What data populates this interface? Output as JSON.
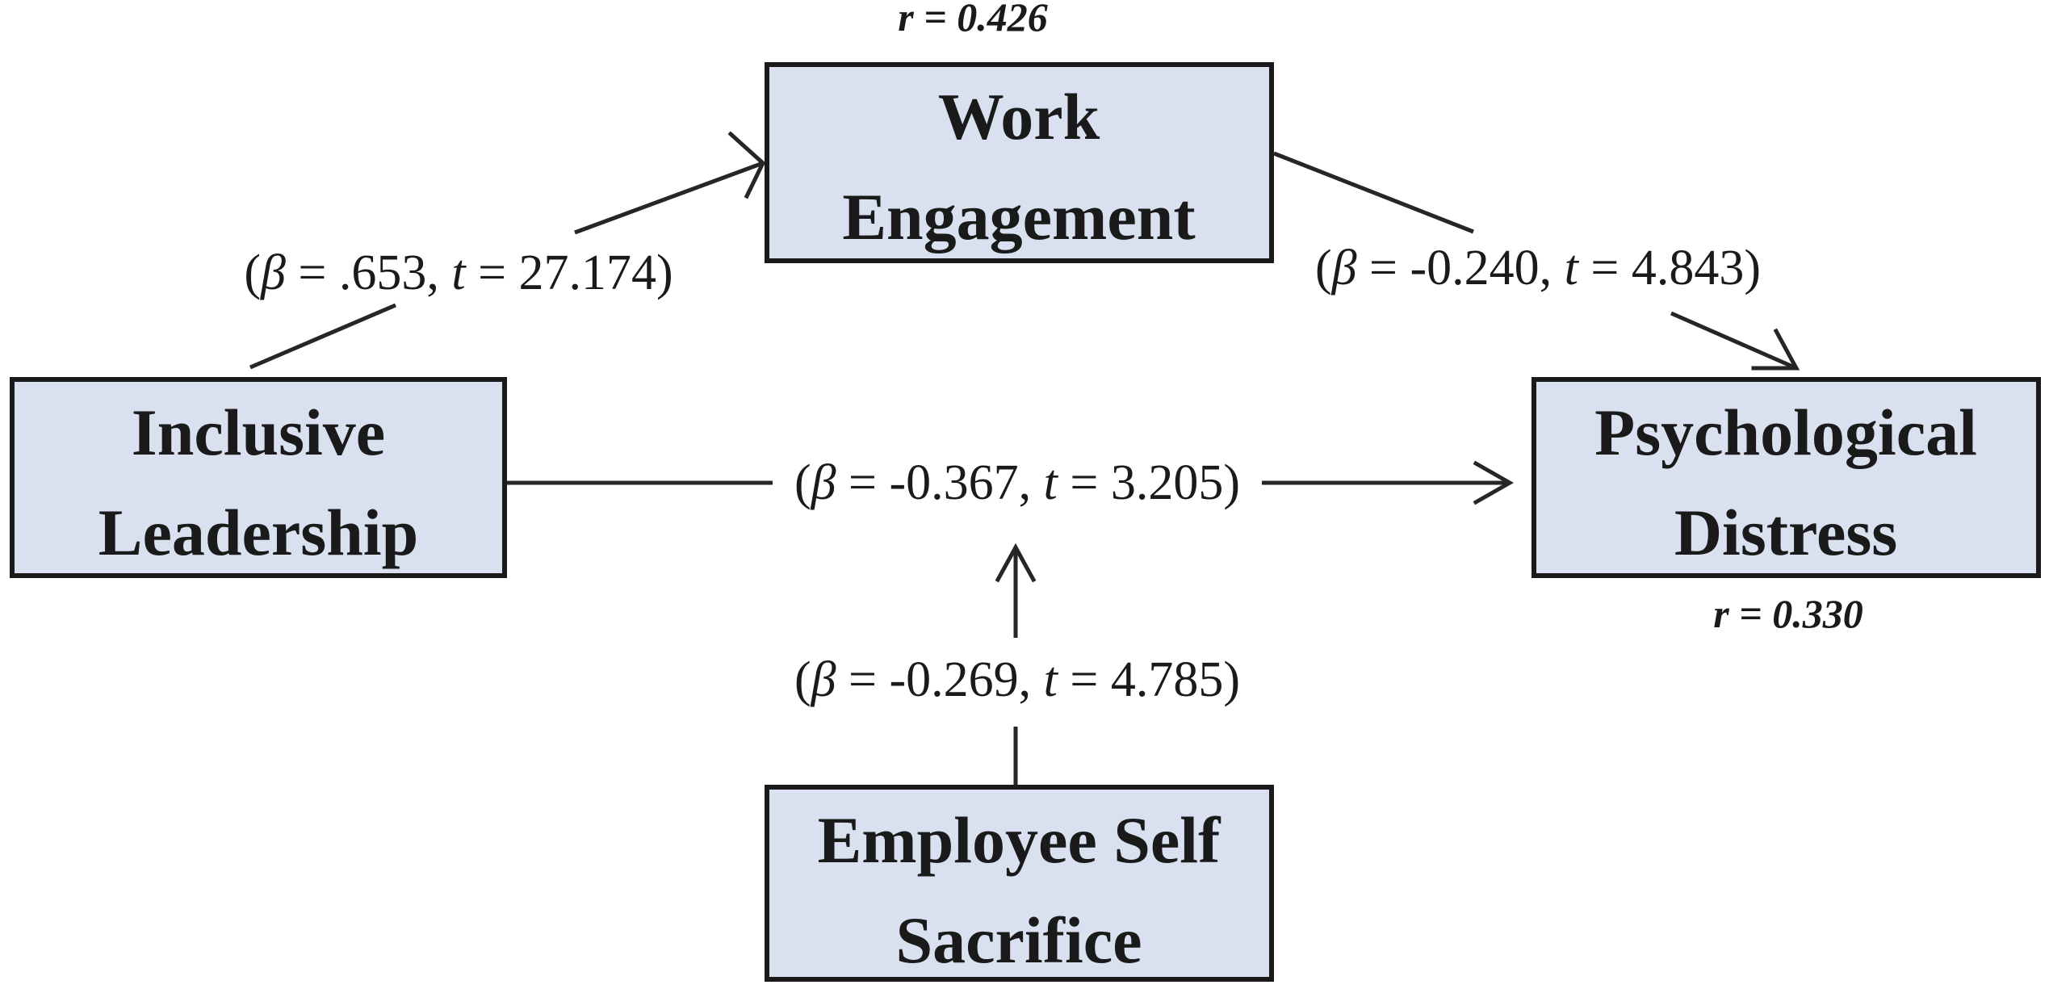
{
  "nodes": {
    "work_engagement": {
      "line1": "Work",
      "line2": "Engagement"
    },
    "inclusive_leadership": {
      "line1": "Inclusive",
      "line2": "Leadership"
    },
    "psychological_distress": {
      "line1": "Psychological",
      "line2": "Distress"
    },
    "employee_self_sacrifice": {
      "line1": "Employee Self",
      "line2": "Sacrifice"
    }
  },
  "r_values": {
    "work_engagement": "r = 0.426",
    "psychological_distress": "r = 0.330"
  },
  "paths": {
    "il_to_we": {
      "open": "(",
      "beta_sym": "β",
      "beta_val": " = .653, ",
      "t_sym": "t",
      "t_val": " = 27.174)"
    },
    "we_to_pd": {
      "open": "(",
      "beta_sym": "β",
      "beta_val": " = -0.240, ",
      "t_sym": "t",
      "t_val": " = 4.843)"
    },
    "il_to_pd": {
      "open": "(",
      "beta_sym": "β",
      "beta_val": " = -0.367, ",
      "t_sym": "t",
      "t_val": " = 3.205)"
    },
    "ess_moderation": {
      "open": "(",
      "beta_sym": "β",
      "beta_val": " = -0.269, ",
      "t_sym": "t",
      "t_val": " = 4.785)"
    }
  },
  "colors": {
    "box_fill": "#d9e0ef",
    "stroke": "#1a1a1a"
  }
}
